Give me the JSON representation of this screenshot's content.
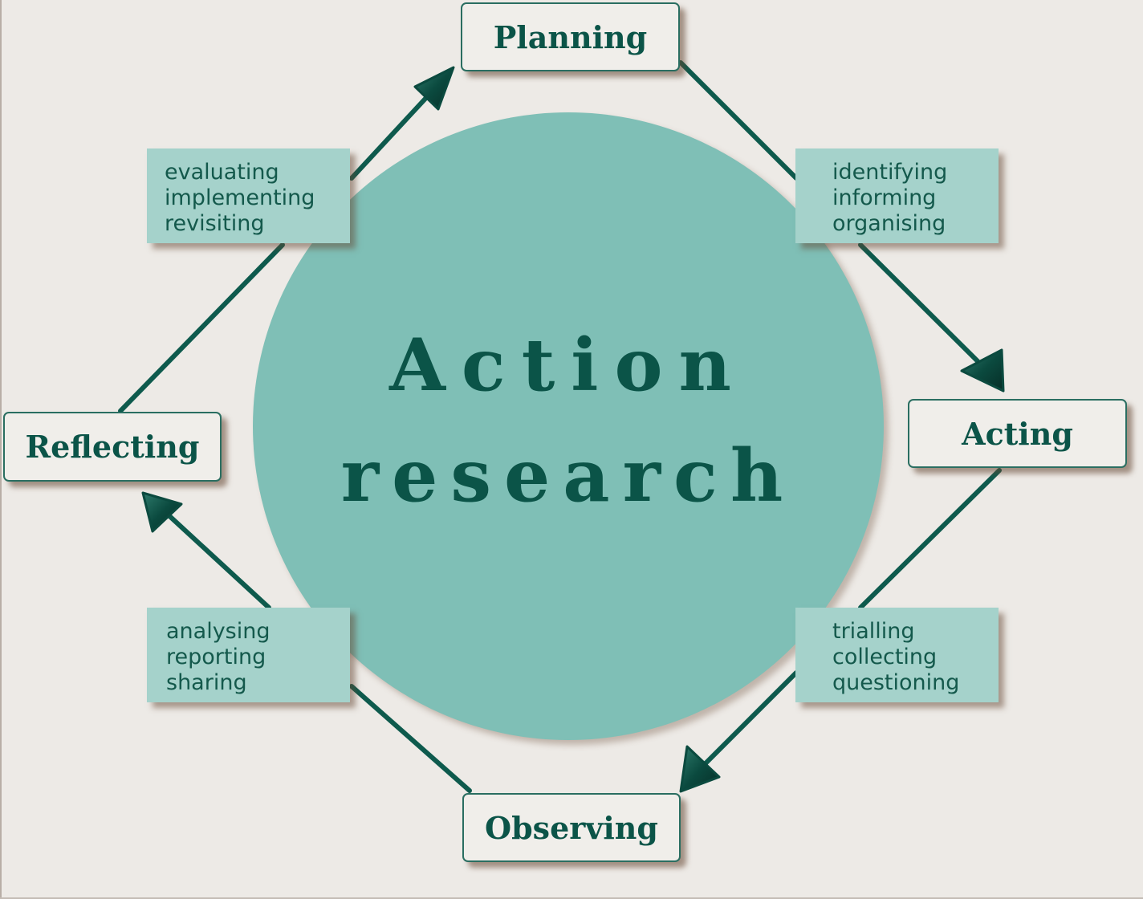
{
  "diagram": {
    "title_line1": "Action",
    "title_line2": "research",
    "colors": {
      "background": "#edeae6",
      "circle": "#7fbfb6",
      "activity_box": "#a5d2cb",
      "stage_box": "#f0eeea",
      "text_dark_green": "#0b5448",
      "connector": "#0e5a4d"
    },
    "stages": [
      {
        "id": "planning",
        "label": "Planning"
      },
      {
        "id": "acting",
        "label": "Acting"
      },
      {
        "id": "observing",
        "label": "Observing"
      },
      {
        "id": "reflecting",
        "label": "Reflecting"
      }
    ],
    "activities": [
      {
        "id": "planning-to-acting",
        "lines": [
          "identifying",
          "informing",
          "organising"
        ]
      },
      {
        "id": "acting-to-observing",
        "lines": [
          "trialling",
          "collecting",
          "questioning"
        ]
      },
      {
        "id": "observing-to-reflecting",
        "lines": [
          "analysing",
          "reporting",
          "sharing"
        ]
      },
      {
        "id": "reflecting-to-planning",
        "lines": [
          "evaluating",
          "implementing",
          "revisiting"
        ]
      }
    ],
    "flow": [
      "Planning",
      "Acting",
      "Observing",
      "Reflecting",
      "Planning"
    ]
  }
}
